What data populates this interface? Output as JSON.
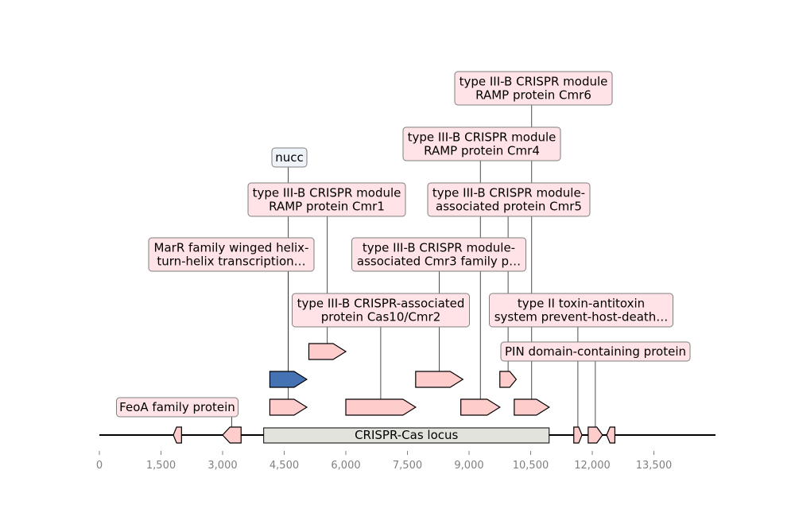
{
  "colors": {
    "gene_fill": "#ffcccc",
    "gene_fill_highlight": "#4472b3",
    "label_box_fill": "#ffe3e6",
    "label_box_fill_highlight": "#eef2f9",
    "label_box_stroke": "#7f7f7f",
    "locus_fill": "#e3e3dd",
    "axis_text": "#808080"
  },
  "axis": {
    "range": [
      0,
      15000
    ],
    "ticks": [
      "0",
      "1,500",
      "3,000",
      "4,500",
      "6,000",
      "7,500",
      "9,000",
      "10,500",
      "12,000",
      "13,500"
    ],
    "tick_values": [
      0,
      1500,
      3000,
      4500,
      6000,
      7500,
      9000,
      10500,
      12000,
      13500
    ]
  },
  "locus": {
    "label": "CRISPR-Cas locus",
    "start": 4000,
    "end": 10950
  },
  "genes": [
    {
      "start": 1800,
      "end": 2000,
      "strand": -1,
      "label": "",
      "highlight": false
    },
    {
      "start": 3000,
      "end": 3450,
      "strand": -1,
      "label": "FeoA family protein",
      "highlight": false
    },
    {
      "start": 4150,
      "end": 5050,
      "strand": 1,
      "label": "MarR family winged helix-turn-helix transcription...",
      "highlight": false
    },
    {
      "start": 4150,
      "end": 5050,
      "strand": 1,
      "label": "nucc",
      "highlight": true
    },
    {
      "start": 5100,
      "end": 6000,
      "strand": 1,
      "label": "type III-B CRISPR module RAMP protein Cmr1",
      "highlight": false
    },
    {
      "start": 6000,
      "end": 7700,
      "strand": 1,
      "label": "type III-B CRISPR-associated protein Cas10/Cmr2",
      "highlight": false
    },
    {
      "start": 7700,
      "end": 8850,
      "strand": 1,
      "label": "type III-B CRISPR module-associated Cmr3 family p...",
      "highlight": false
    },
    {
      "start": 8800,
      "end": 9750,
      "strand": 1,
      "label": "type III-B CRISPR module RAMP protein Cmr4",
      "highlight": false
    },
    {
      "start": 9750,
      "end": 10150,
      "strand": 1,
      "label": "type III-B CRISPR module-associated protein Cmr5",
      "highlight": false
    },
    {
      "start": 10100,
      "end": 10950,
      "strand": 1,
      "label": "type III-B CRISPR module RAMP protein Cmr6",
      "highlight": false
    },
    {
      "start": 11550,
      "end": 11750,
      "strand": 1,
      "label": "type II toxin-antitoxin system prevent-host-death...",
      "highlight": false
    },
    {
      "start": 11900,
      "end": 12250,
      "strand": 1,
      "label": "PIN domain-containing protein",
      "highlight": false
    },
    {
      "start": 12350,
      "end": 12550,
      "strand": -1,
      "label": "",
      "highlight": false
    }
  ]
}
